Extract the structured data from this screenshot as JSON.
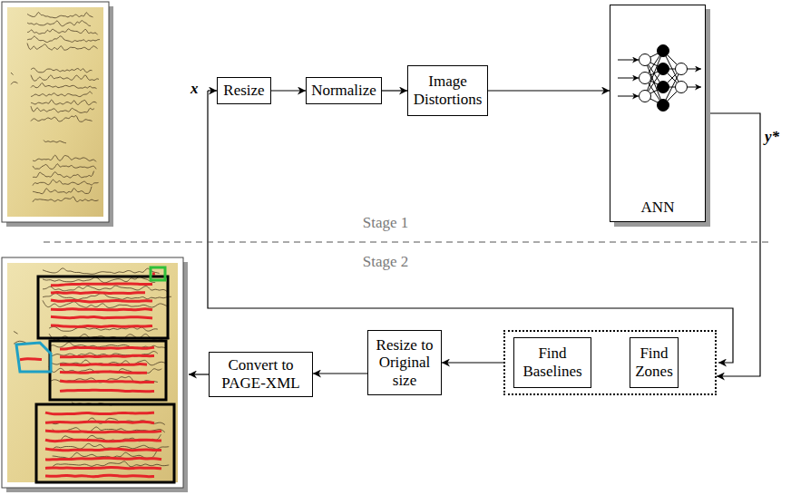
{
  "diagram": {
    "nodes": [
      {
        "text": [
          "Resize"
        ]
      },
      {
        "text": [
          "Normalize"
        ]
      },
      {
        "text": [
          "Image Distortions"
        ]
      },
      {
        "text": [
          "ANN"
        ]
      },
      {
        "text": []
      },
      {
        "text": [
          "Find Baselines"
        ],
        "in": 4
      },
      {
        "text": [
          "Find Zones"
        ],
        "in": 4
      },
      {
        "text": [
          "Resize to Original size"
        ]
      },
      {
        "text": [
          "Convert to PAGE-XML"
        ]
      }
    ],
    "edges": [
      {
        "from": 0,
        "to": 1,
        "arrow": "to"
      },
      {
        "from": 1,
        "to": 2,
        "arrow": "to"
      },
      {
        "from": 2,
        "to": 3,
        "arrow": "to"
      },
      {
        "from": 3,
        "to": 4,
        "label": "y*",
        "arrow": "to"
      },
      {
        "from": 4,
        "to": 7,
        "arrow": "to"
      },
      {
        "from": 7,
        "to": 8,
        "arrow": "to"
      }
    ],
    "labels": [
      "x",
      "Stage 1",
      "Stage 2"
    ]
  }
}
